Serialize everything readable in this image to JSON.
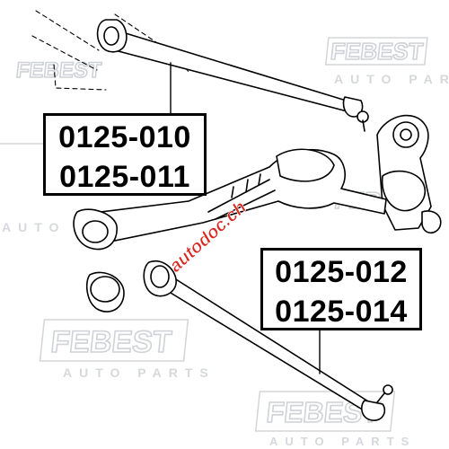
{
  "watermark": {
    "brand": "FEBEST",
    "tagline": "AUTO PARTS"
  },
  "overlay_logo": {
    "text": "autodoc.ch",
    "color": "#d8261f"
  },
  "callouts": [
    {
      "id": "upper-arm",
      "part_numbers": [
        "0125-010",
        "0125-011"
      ]
    },
    {
      "id": "lower-link",
      "part_numbers": [
        "0125-012",
        "0125-014"
      ]
    }
  ],
  "colors": {
    "line": "#000000",
    "watermark": "#cfd2d6",
    "background": "#ffffff"
  }
}
